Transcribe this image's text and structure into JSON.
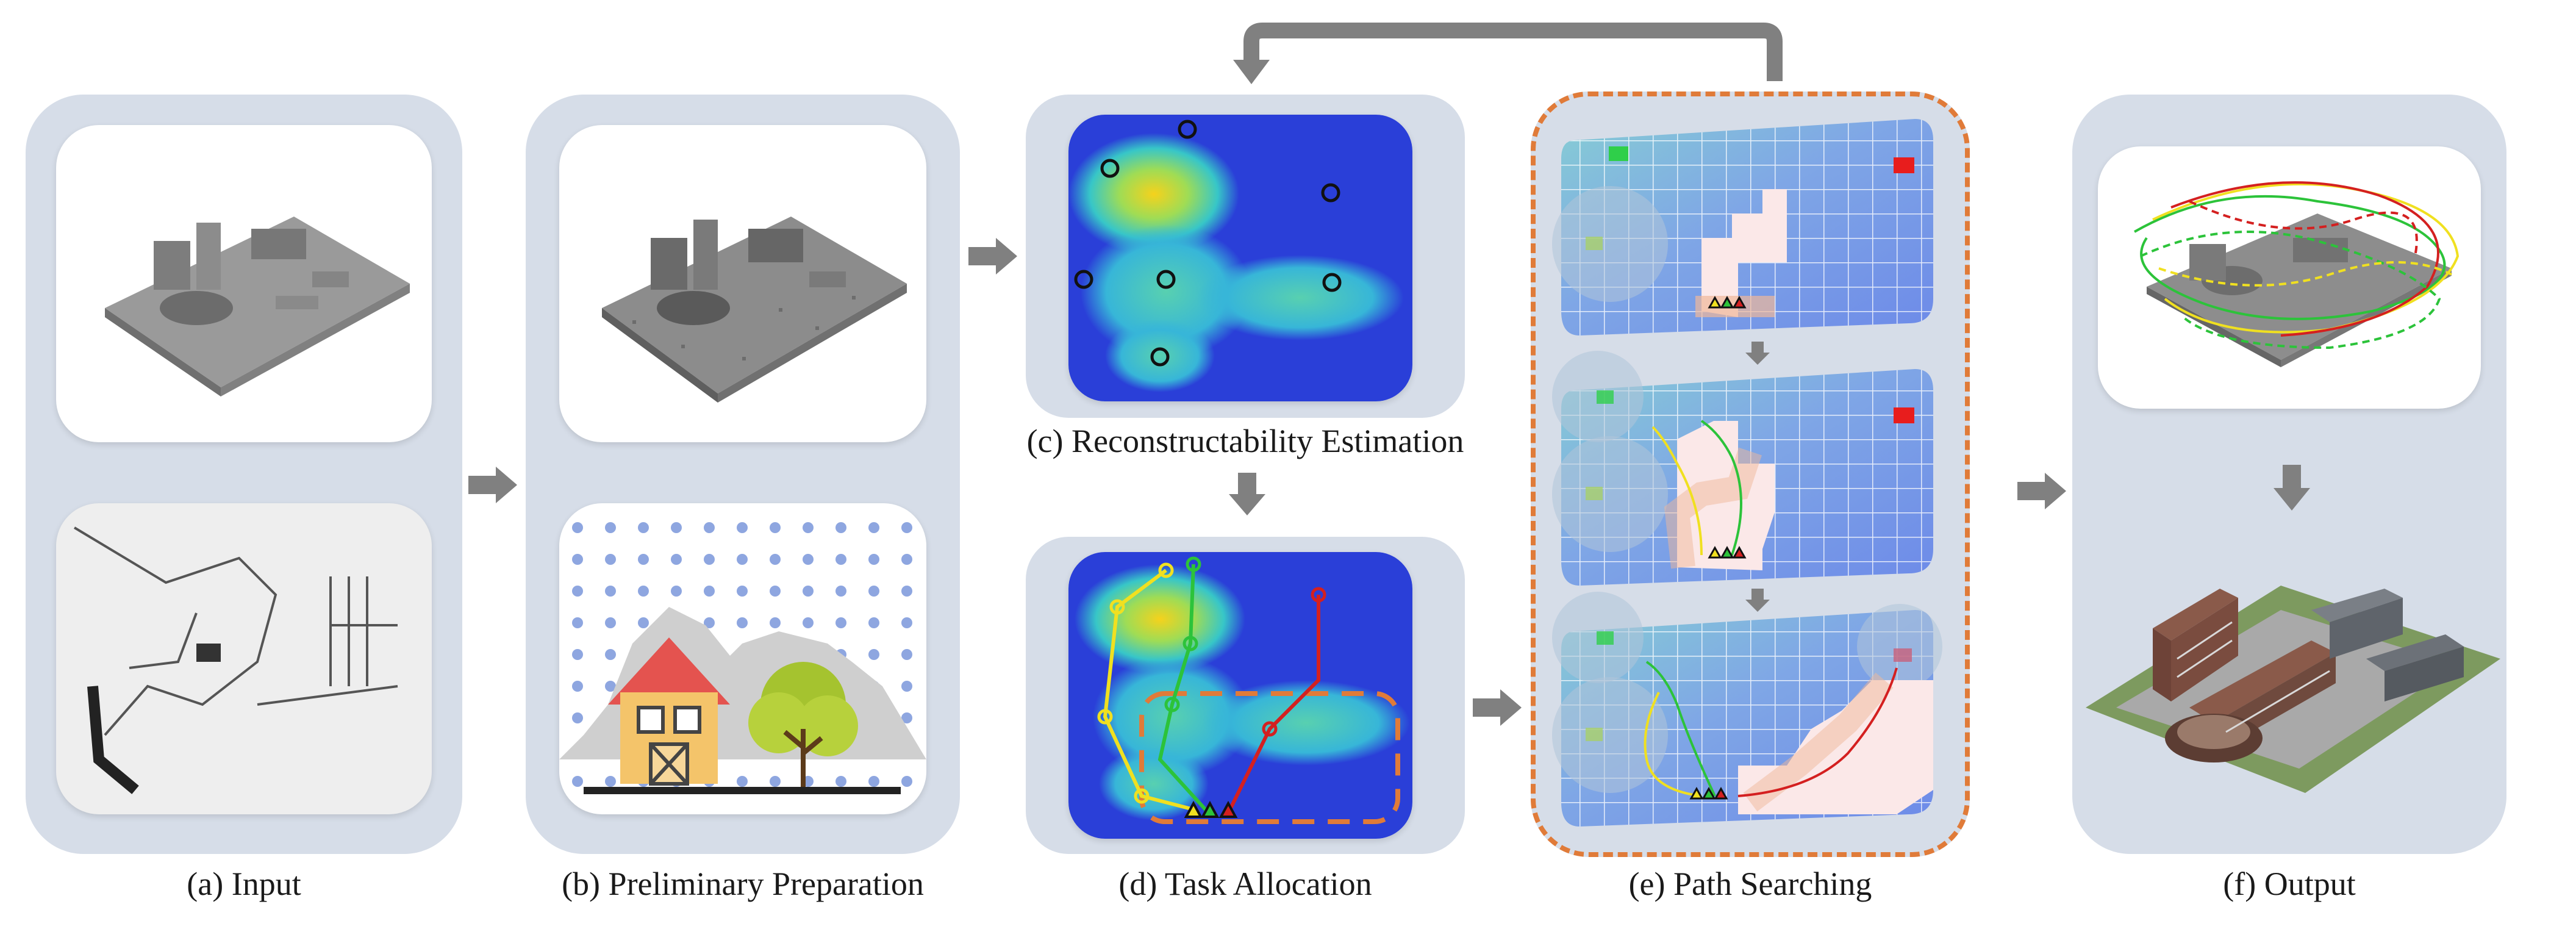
{
  "captions": {
    "a": "(a) Input",
    "b": "(b) Preliminary  Preparation",
    "c": "(c) Reconstructability Estimation",
    "d": "(d) Task Allocation",
    "e": "(e) Path Searching",
    "f": "(f) Output"
  },
  "colors": {
    "panel": "#d6dde8",
    "arrow": "#808080",
    "dashed_border": "#e07b39",
    "heat_low": "#2a3fd8",
    "heat_mid": "#37c6c8",
    "heat_high": "#f5d21c",
    "path_yellow": "#f0e020",
    "path_green": "#2cc33a",
    "path_red": "#d42020",
    "goal_green": "#2fcf4a",
    "goal_red": "#e81d1d"
  },
  "icons": {
    "input_top": "3d-mesh-model-icon",
    "input_bottom": "floor-plan-map-icon",
    "prep_top": "noisy-mesh-model-icon",
    "prep_bottom": "sample-grid-farmhouse-icon",
    "output_top": "drone-trajectories-icon",
    "output_bottom": "textured-building-model-icon"
  }
}
